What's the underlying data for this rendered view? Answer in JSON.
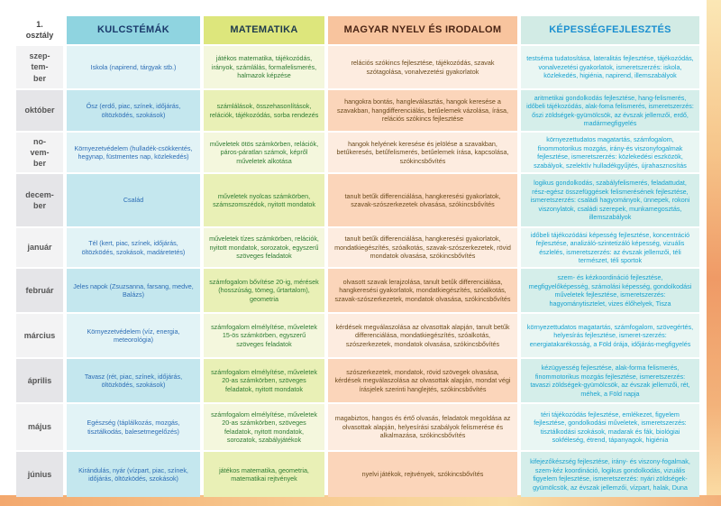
{
  "header": {
    "corner": "1. osztály",
    "columns": [
      "KULCSTÉMÁK",
      "MATEMATIKA",
      "MAGYAR NYELV ÉS IRODALOM",
      "KÉPESSÉGFEJLESZTÉS"
    ]
  },
  "colors": {
    "kulcstemak": "#8fd4e0",
    "matematika": "#dde67c",
    "magyar": "#f8c49e",
    "kepesseg": "#d2ebe5"
  },
  "rows": [
    {
      "month": "szep-\ntem-\nber",
      "kulcs": "Iskola (napirend, tárgyak stb.)",
      "mat": "játékos matematika, tájékozódás, irányok, számlálás, formafelismerés, halmazok képzése",
      "magyar": "relációs szókincs fejlesztése, tájékozódás, szavak szótagolása, vonalvezetési gyakorlatok",
      "kep": "testséma tudatosítása, lateralitás fejlesztése, tájékozódás, vonalvezetési gyakorlatok, ismeretszerzés: iskola, közlekedés, higiénia, napirend, illemszabályok"
    },
    {
      "month": "október",
      "kulcs": "Ősz (erdő, piac, színek, időjárás, öltözködés, szokások)",
      "mat": "számlálások, összehasonlítások, relációk, tájékozódás, sorba rendezés",
      "magyar": "hangokra bontás, hangleválasztás, hangok keresése a szavakban, hangdifferenciálás, betűelemek vázolása, írása, relációs szókincs fejlesztése",
      "kep": "aritmetikai gondolkodás fejlesztése, hang-felismerés, időbeli tájékozódás, alak-foma felismerés, ismeretszerzés: őszi zöldségek-gyümölcsök, az évszak jellemzői, erdő, madármegfigyelés"
    },
    {
      "month": "no-\nvem-\nber",
      "kulcs": "Környezetvédelem (hulladék-csökkentés, hegynap, füstmentes nap, közlekedés)",
      "mat": "műveletek ötös számkörben, relációk, páros-páratlan számok, képről műveletek alkotása",
      "magyar": "hangok helyének keresése és jelölése a szavakban, betűkeresés, betűfelismerés, betűelemek írása, kapcsolása, szókincsbővítés",
      "kep": "környezettudatos magatartás, számfogalom, finommotorikus mozgás, irány-és viszonyfogalmak fejlesztése, ismeretszerzés: közlekedési eszközök, szabályok, szelektív hulladékgyűjtés, újrahasznosítás"
    },
    {
      "month": "decem-\nber",
      "kulcs": "Család",
      "mat": "műveletek nyolcas számkörben, számszomszédok, nyitott mondatok",
      "magyar": "tanult betűk differenciálása, hangkeresési gyakorlatok, szavak-szószerkezetek olvasása, szókincsbővítés",
      "kep": "logikus gondolkodás, szabályfelismerés, feladattudat, rész-egész összefüggések felismerésének fejlesztése, ismeretszerzés: családi hagyományok, ünnepek, rokoni viszonylatok, családi szerepek, munkamegosztás, illemszabályok"
    },
    {
      "month": "január",
      "kulcs": "Tél (kert, piac, színek, időjárás, öltözködés, szokások, madáretetés)",
      "mat": "műveletek tízes számkörben, relációk, nyitott mondatok, sorozatok, egyszerű szöveges feladatok",
      "magyar": "tanult betűk differenciálása, hangkeresési gyakorlatok, mondatkiegészítés, szóalkotás, szavak-szószerkezetek, rövid mondatok olvasása, szókincsbővítés",
      "kep": "időbeli tájékozódási képesség fejlesztése, koncentráció fejlesztése, analizáló-szintetizáló képesség, vizuális észlelés, ismeretszerzés: az évszak jellemzői, téli természet, téli sportok"
    },
    {
      "month": "február",
      "kulcs": "Jeles napok (Zsuzsanna, farsang, medve, Balázs)",
      "mat": "számfogalom bővítése 20-ig, mérések (hosszúság, tömeg, űrtartalom), geometria",
      "magyar": "olvasott szavak lerajzolása, tanult betűk differenciálása, hangkeresési gyakorlatok, mondatkiegészítés, szóalkotás, szavak-szószerkezetek, mondatok olvasása, szókincsbővítés",
      "kep": "szem- és kézkoordináció fejlesztése, megfigyelőképesség, számolási képesség, gondolkodási műveletek fejlesztése, ismeretszerzés: hagyománytisztelet, vizes élőhelyek, Tisza"
    },
    {
      "month": "március",
      "kulcs": "Környezetvédelem (víz, energia, meteorológia)",
      "mat": "számfogalom elmélyítése, műveletek 15-ös számkörben, egyszerű szöveges feladatok",
      "magyar": "kérdések megválaszolása az olvasottak alapján, tanult betűk differenciálása, mondatkiegészítés, szóalkotás, szószerkezetek, mondatok olvasása, szókincsbővítés",
      "kep": "környezettudatos magatartás, számfogalom, szövegértés, helyesírás fejlesztése, ismeret-szerzés: energiatakarékosság, a Föld órája, időjárás-megfigyelés"
    },
    {
      "month": "április",
      "kulcs": "Tavasz (rét, piac, színek, időjárás, öltözködés, szokások)",
      "mat": "számfogalom elmélyítése, műveletek 20-as számkörben, szöveges feladatok, nyitott mondatok",
      "magyar": "szószerkezetek, mondatok, rövid szövegek olvasása, kérdések megválaszolása az olvasottak alapján, mondat végi írásjelek szerinti hanglejtés, szókincsbővítés",
      "kep": "kézügyesség fejlesztése, alak-forma felismerés, finommotorikus mozgás fejlesztése, ismeretszerzés: tavaszi zöldségek-gyümölcsök, az évszak jellemzői, rét, méhek, a Föld napja"
    },
    {
      "month": "május",
      "kulcs": "Egészség (táplálkozás, mozgás, tisztálkodás, balesetmegelőzés)",
      "mat": "számfogalom elmélyítése, műveletek 20-as számkörben, szöveges feladatok, nyitott mondatok, sorozatok, szabályjátékok",
      "magyar": "magabiztos, hangos és értő olvasás, feladatok megoldása az olvasottak alapján, helyesírási szabályok felismerése és alkalmazása, szókincsbővítés",
      "kep": "téri tájékozódás fejlesztése, emlékezet, figyelem fejlesztése, gondolkodási műveletek, ismeretszerzés: tisztálkodási szokások, madarak és fák, biológiai sokféleség, étrend, tápanyagok, higiénia"
    },
    {
      "month": "június",
      "kulcs": "Kirándulás, nyár (vízpart, piac, színek, időjárás, öltözködés, szokások)",
      "mat": "játékos matematika, geometria, matematikai rejtvények",
      "magyar": "nyelvi játékok, rejtvények, szókincsbővítés",
      "kep": "kifejezőkészség fejlesztése, irány- és viszony-fogalmak, szem-kéz koordináció, logikus gondolkodás, vizuális figyelem fejlesztése, ismeretszerzés: nyári zöldségek-gyümölcsök, az évszak jellemzői, vízpart, halak, Duna"
    }
  ]
}
